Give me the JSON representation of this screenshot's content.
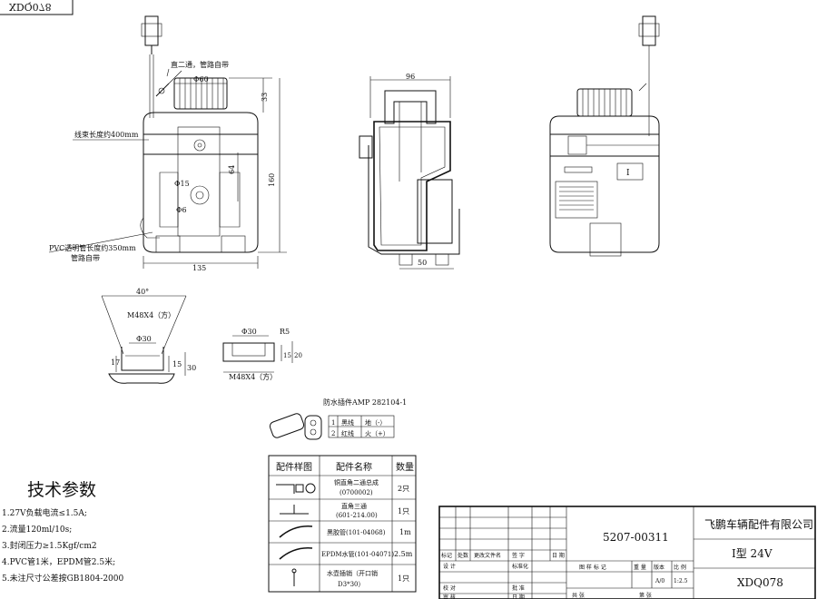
{
  "drawing_code_box": "XDQ078",
  "front_view": {
    "dim_cap_diameter": "Φ60",
    "dim_cap_height": "33",
    "dim_total_height": "160",
    "dim_inner": "64",
    "dim_hole_15": "Φ15",
    "dim_hole_6": "Φ6",
    "dim_width": "135",
    "note_pipe": "直二通，管路自带",
    "note_harness": "线束长度约400mm",
    "note_pvc_line1": "PVC透明管长度约350mm",
    "note_pvc_line2": "管路自带"
  },
  "section_view": {
    "dim_width": "96",
    "dim_bottom": "50"
  },
  "side_view": {
    "label_box": "I"
  },
  "detail_neck": {
    "angle": "40°",
    "thread": "M48X4（方）",
    "dim_diameter": "Φ30",
    "dim_17": "17",
    "dim_15": "15",
    "dim_30": "30"
  },
  "detail_cap": {
    "dim_diameter": "Φ30",
    "dim_r5": "R5",
    "dim_15": "15",
    "dim_20": "20",
    "thread": "M48X4（方）"
  },
  "connector": {
    "title": "防水插件AMP 282104-1",
    "rows": [
      {
        "no": "1",
        "wire": "黑线",
        "sig": "地（-）"
      },
      {
        "no": "2",
        "wire": "红线",
        "sig": "火（+）"
      }
    ]
  },
  "parts_table": {
    "headers": [
      "配件样图",
      "配件名称",
      "数量"
    ],
    "rows": [
      {
        "name_line1": "铜直角二通总成",
        "name_line2": "(0700002)",
        "qty": "2只"
      },
      {
        "name_line1": "直角三通",
        "name_line2": "(601-214.00)",
        "qty": "1只"
      },
      {
        "name_line1": "黑胶管(101-04068)",
        "name_line2": "",
        "qty": "1m"
      },
      {
        "name_line1": "EPDM水管(101-04071)",
        "name_line2": "",
        "qty": "2.5m"
      },
      {
        "name_line1": "水壶插销（开口销",
        "name_line2": "D3*30）",
        "qty": "1只"
      }
    ]
  },
  "tech_params": {
    "title": "技术参数",
    "items": [
      "1.27V负载电流≤1.5A;",
      "2.流量120ml/10s;",
      "3.封闭压力≥1.5Kgf/cm2",
      "4.PVC管1米，EPDM管2.5米;",
      "5.未注尺寸公差按GB1804-2000"
    ]
  },
  "title_block": {
    "drawing_no": "5207-00311",
    "company": "飞鹏车辆配件有限公司",
    "product": "I型 24V",
    "code": "XDQ078",
    "scale": "1:2.5",
    "sheet": "A/0",
    "labels_row1": [
      "标记",
      "处数",
      "更改文件名",
      "签 字",
      "日 期"
    ],
    "labels_design": "设 计",
    "labels_std": "标准化",
    "labels_check": "校 对",
    "labels_review": "审 核",
    "labels_approve": "批 准",
    "labels_date": "日 期",
    "labels_stage": "图 样 标 记",
    "labels_weight": "重 量",
    "labels_part": "版本",
    "labels_ratio": "比 例",
    "labels_total": "共    张",
    "labels_page": "第    张"
  }
}
